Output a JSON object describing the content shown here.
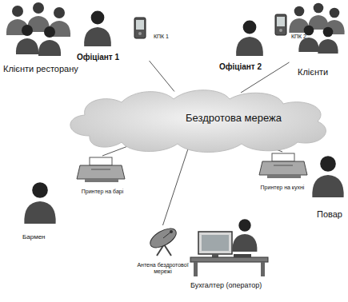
{
  "diagram": {
    "nodes": [
      {
        "text": [
          "КПК 1"
        ]
      },
      {
        "text": [
          "КПК 2"
        ]
      },
      {
        "text": [
          "Бездротова мережа"
        ]
      },
      {
        "text": [
          "Принтер на барі"
        ]
      },
      {
        "text": [
          "Принтер на кухні"
        ]
      },
      {
        "text": [
          "Антена бездротової мережі"
        ]
      }
    ],
    "edges": [
      {
        "from": 2,
        "to": 0,
        "arrow": "none"
      },
      {
        "from": 2,
        "to": 1,
        "arrow": "none"
      },
      {
        "from": 2,
        "to": 3,
        "arrow": "none"
      },
      {
        "from": 2,
        "to": 4,
        "arrow": "none"
      },
      {
        "from": 2,
        "to": 5,
        "arrow": "none"
      }
    ],
    "labels": [
      "Клієнти ресторану",
      "Офіціант 1",
      "Офіціант 2",
      "Клієнти",
      "Бармен",
      "Повар",
      "Бухгалтер (оператор)"
    ]
  }
}
